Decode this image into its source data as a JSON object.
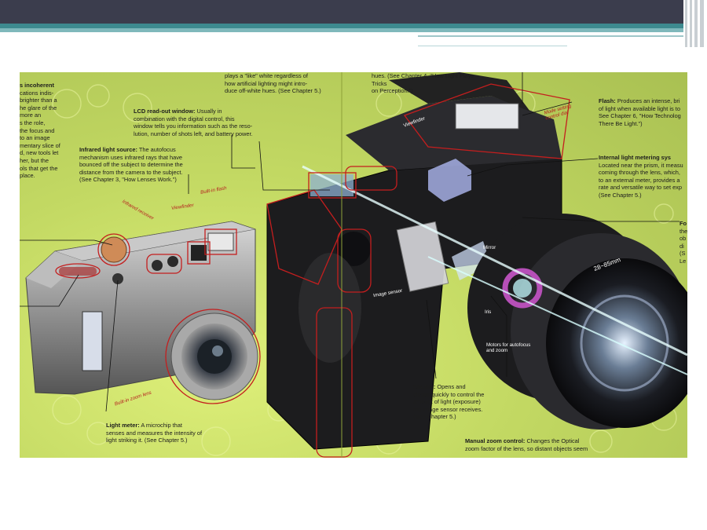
{
  "annotations": {
    "incoherent": {
      "title": "s incoherent",
      "body": "cations indis-\nbrighter than a\nhe glare of the\nmore an\ns the role,\nthe focus and\nto an image\nmentary slice of\nd, new tools let\nher, but the\nols that get the\nplace."
    },
    "top_text": {
      "body": "plays a \"like\" white regardless of\nhow artificial lighting might intro-\nduce off-white hues. (See Chapter 5.)"
    },
    "lcd": {
      "title": "LCD read-out window:",
      "body": "Usually in\ncombination with the digital control, this\nwindow tells you information such as the reso-\nlution, number of shots left, and battery power."
    },
    "infrared": {
      "title": "Infrared light source:",
      "title2": "The autofocus",
      "body": "mechanism uses infrared rays that have\nbounced off the subject to determine the\ndistance from the camera to the subject.\n(See Chapter 3, \"How Lenses Work.\")"
    },
    "perception": {
      "body": "hues. (See Chapter 4, \"How Light Plays Tricks\non Perception.\")"
    },
    "flash": {
      "title": "Flash:",
      "body_first": "Produces an intense, bri",
      "body": "of light when available light is to\nSee Chapter 6, \"How Technolog\nThere Be Light.\")"
    },
    "metering": {
      "title": "Internal light metering sys",
      "body": "Located near the prism, it measu\ncoming through the lens, which,\nto an external meter, provides a\nrate and versatile way to set exp\n(See Chapter 5.)"
    },
    "focus_partial": {
      "title": "Fo",
      "body": "the\nob\ndi\n(S\nLe"
    },
    "shutter": {
      "title": "Shutter:",
      "body_first": "Opens and",
      "body": "closes quickly to control the\namount of light (exposure)\nthe image sensor receives.\n(See Chapter 5.)"
    },
    "zoom": {
      "title": "Manual zoom control:",
      "body_first": "Changes the Optical",
      "body": "zoom factor of the lens, so distant objects seem"
    },
    "light_meter": {
      "title": "Light meter:",
      "body_first": "A microchip that",
      "body": "senses and measures the intensity of\nlight striking it. (See Chapter 5.)"
    }
  },
  "labels": {
    "infrared_receiver": "Infrared receiver",
    "viewfinder_small": "Viewfinder",
    "built_in_flash": "Built-in flash",
    "built_in_zoom_lens": "Built-in zoom lens",
    "viewfinder_dslr": "Viewfinder",
    "mode_setting_dial": "Mode setting\ncontrol dial",
    "mirror": "Mirror",
    "image_sensor": "Image sensor",
    "iris": "Iris",
    "motors": "Motors for autofocus\nand zoom",
    "lens_text": "28~85mm"
  },
  "colors": {
    "outline_red": "#c41e1e",
    "panel_green": "#c3d963",
    "header_dark": "#3b3d4d",
    "header_teal": "#3d8a8f"
  }
}
